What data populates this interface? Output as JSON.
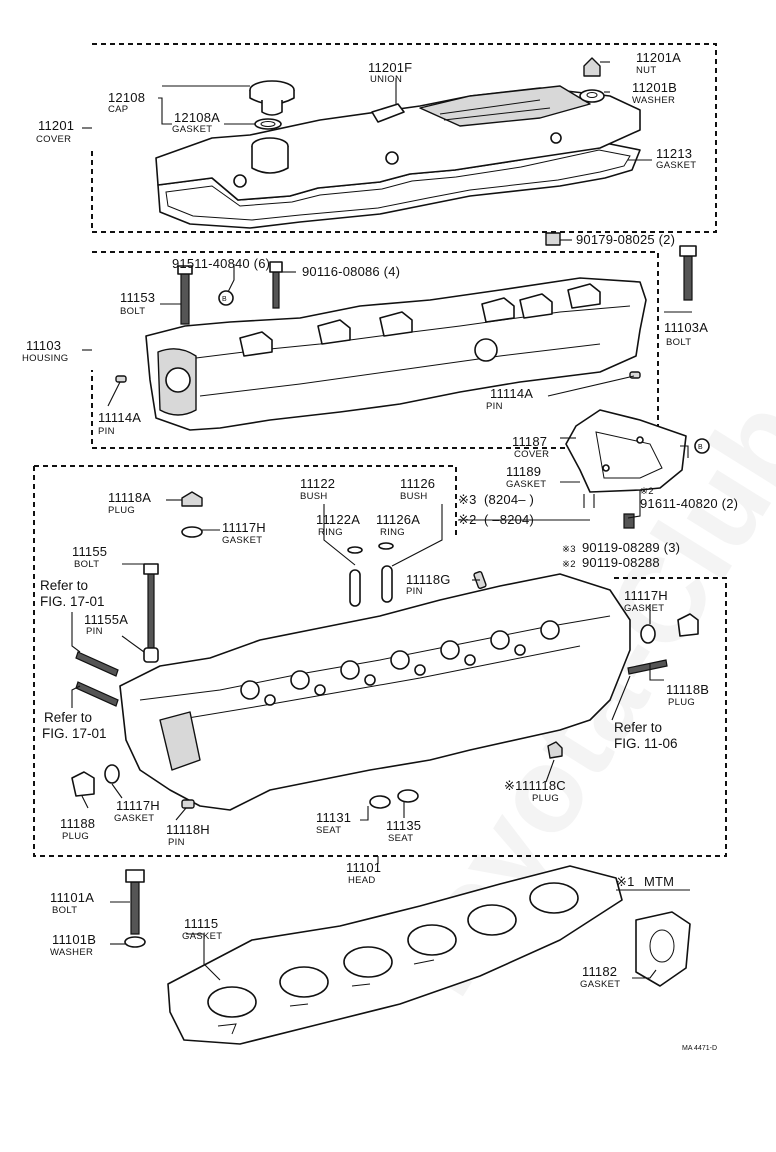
{
  "footer_code": "MA 4471-D",
  "watermark": "Toyota-Club",
  "labels": {
    "l11201": {
      "num": "11201",
      "sub": "COVER"
    },
    "l12108": {
      "num": "12108",
      "sub": "CAP"
    },
    "l12108A": {
      "num": "12108A",
      "sub": "GASKET"
    },
    "l11201F": {
      "num": "11201F",
      "sub": "UNION"
    },
    "l11201A": {
      "num": "11201A",
      "sub": "NUT"
    },
    "l11201B": {
      "num": "11201B",
      "sub": "WASHER"
    },
    "l11213": {
      "num": "11213",
      "sub": "GASKET"
    },
    "l90179": {
      "num": "90179-08025 (2)"
    },
    "l91511": {
      "num": "91511-40840 (6)"
    },
    "l90116": {
      "num": "90116-08086 (4)"
    },
    "l11153": {
      "num": "11153",
      "sub": "BOLT"
    },
    "l11103": {
      "num": "11103",
      "sub": "HOUSING"
    },
    "l11103A": {
      "num": "11103A",
      "sub": "BOLT"
    },
    "l11114A_left": {
      "num": "11114A",
      "sub": "PIN"
    },
    "l11114A_right": {
      "num": "11114A",
      "sub": "PIN"
    },
    "l11187": {
      "num": "11187",
      "sub": "COVER"
    },
    "l11189": {
      "num": "11189",
      "sub": "GASKET"
    },
    "l91611": {
      "mark": "※2",
      "num": "91611-40820 (2)"
    },
    "l11118A": {
      "num": "11118A",
      "sub": "PLUG"
    },
    "l11117H_top": {
      "num": "11117H",
      "sub": "GASKET"
    },
    "l11122": {
      "num": "11122",
      "sub": "BUSH"
    },
    "l11126": {
      "num": "11126",
      "sub": "BUSH"
    },
    "l11122A": {
      "num": "11122A",
      "sub": "RING"
    },
    "l11126A": {
      "num": "11126A",
      "sub": "RING"
    },
    "l11155": {
      "num": "11155",
      "sub": "BOLT"
    },
    "l11155A": {
      "num": "11155A",
      "sub": "PIN"
    },
    "l11118G": {
      "num": "11118G",
      "sub": "PIN"
    },
    "l11117H_right": {
      "num": "11117H",
      "sub": "GASKET"
    },
    "l11118B": {
      "num": "11118B",
      "sub": "PLUG"
    },
    "l11118C": {
      "mark": "※1",
      "num": "11118C",
      "sub": "PLUG"
    },
    "l11188": {
      "num": "11188",
      "sub": "PLUG"
    },
    "l11117H_left": {
      "num": "11117H",
      "sub": "GASKET"
    },
    "l11118H": {
      "num": "11118H",
      "sub": "PIN"
    },
    "l11131": {
      "num": "11131",
      "sub": "SEAT"
    },
    "l11135": {
      "num": "11135",
      "sub": "SEAT"
    },
    "l11101": {
      "num": "11101",
      "sub": "HEAD"
    },
    "l11101A": {
      "num": "11101A",
      "sub": "BOLT"
    },
    "l11101B": {
      "num": "11101B",
      "sub": "WASHER"
    },
    "l11115": {
      "num": "11115",
      "sub": "GASKET"
    },
    "l11182": {
      "num": "11182",
      "sub": "GASKET"
    }
  },
  "codes": {
    "code3": {
      "mark": "※3",
      "text": "(8204–        )"
    },
    "code2": {
      "mark": "※2",
      "text": "(        –8204)"
    },
    "code1": {
      "mark": "※1",
      "text": "MTM"
    }
  },
  "fasteners": {
    "f1": {
      "mark": "※3",
      "text": "90119-08289 (3)"
    },
    "f2": {
      "mark": "※2",
      "text": "90119-08288"
    }
  },
  "refs": {
    "r1701_top": {
      "line1": "Refer to",
      "line2": "FIG. 17-01"
    },
    "r1701_bottom": {
      "line1": "Refer to",
      "line2": "FIG. 17-01"
    },
    "r1106": {
      "line1": "Refer to",
      "line2": "FIG. 11-06"
    }
  },
  "callout_letter": "B"
}
